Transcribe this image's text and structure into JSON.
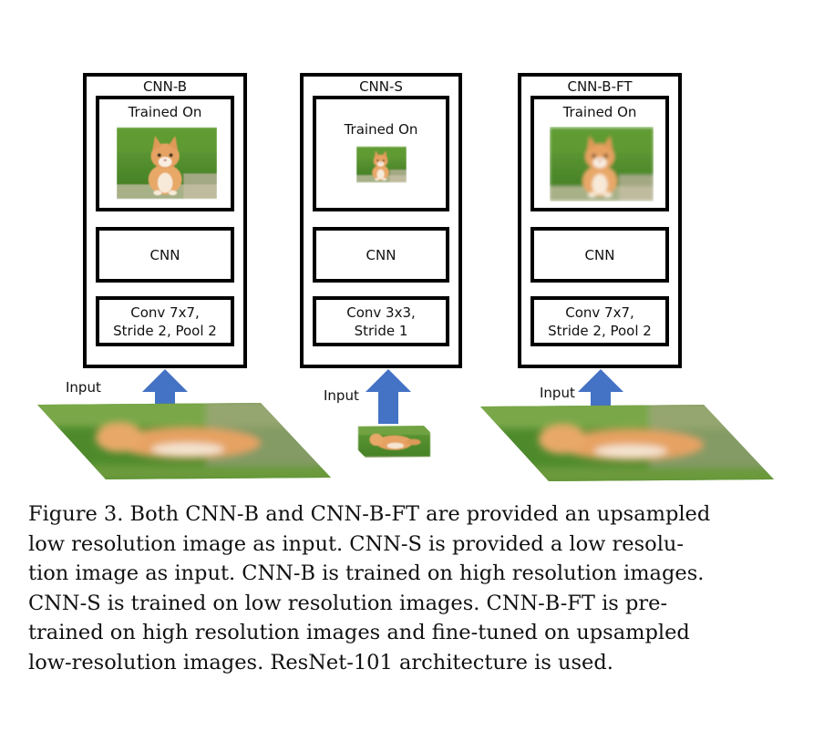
{
  "panels": [
    {
      "title": "CNN-B",
      "trained_on": "Trained On",
      "cnn": "CNN",
      "conv_line1": "Conv 7x7,",
      "conv_line2": "Stride 2, Pool 2",
      "input": "Input"
    },
    {
      "title": "CNN-S",
      "trained_on": "Trained On",
      "cnn": "CNN",
      "conv_line1": "Conv 3x3,",
      "conv_line2": "Stride 1",
      "input": "Input"
    },
    {
      "title": "CNN-B-FT",
      "trained_on": "Trained On",
      "cnn": "CNN",
      "conv_line1": "Conv 7x7,",
      "conv_line2": "Stride 2, Pool 2",
      "input": "Input"
    }
  ],
  "caption": {
    "lines": [
      "Figure 3. Both CNN-B and CNN-B-FT are provided an upsampled",
      "low resolution image as input.  CNN-S is provided a low resolu-",
      "tion image as input. CNN-B is trained on high resolution images.",
      "CNN-S is trained on low resolution images.  CNN-B-FT is pre-",
      "trained on high resolution images and fine-tuned on upsampled",
      "low-resolution images. ResNet-101 architecture is used."
    ]
  },
  "colors": {
    "arrow": "#4472c4",
    "border": "#000000",
    "grass": "#4e8a2c",
    "fur": "#e0a060"
  }
}
